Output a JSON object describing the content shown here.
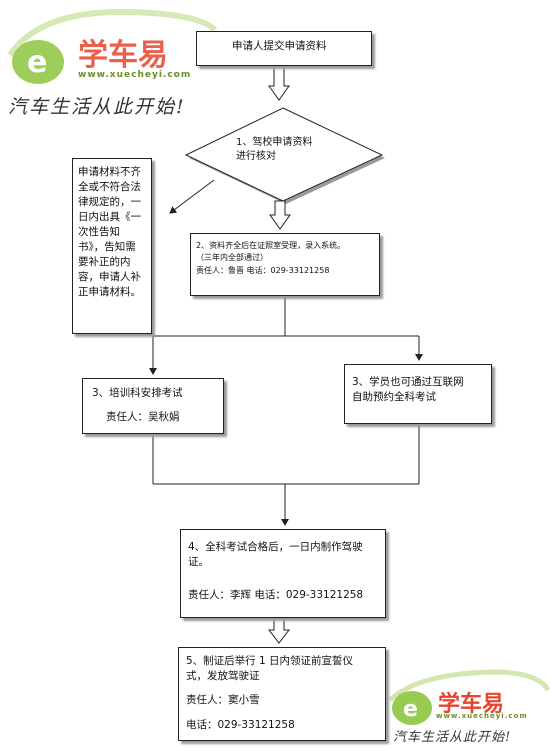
{
  "watermark": {
    "brand": "学车易",
    "url": "www.xuecheyi.com",
    "slogan": "汽车生活从此开始!"
  },
  "flow": {
    "step_submit": "申请人提交申请资料",
    "step1": "1、驾校申请资料\n进行核对",
    "reject": "申请材料不齐\n全或不符合法\n律规定的，一\n日内出具《一\n次性告知\n书》，告知需\n要补正的内\n容，申请人补\n正申请材料。",
    "step2_line1": "2、资料齐全后在证照室受理，录入系统。",
    "step2_line2": "（三年内全部通过）",
    "step2_line3": "责任人：鲁晋     电话：029-33121258",
    "step3_title": "3、培训科安排考试",
    "step3_owner": "责任人：吴秋娟",
    "step3b": "3、学员也可通过互联网\n自助预约全科考试",
    "step4_title": "4、全科考试合格后，一日内制作驾驶\n证。",
    "step4_owner": "责任人：李辉 电话：029-33121258",
    "step5_title": "5、制证后举行 1 日内领证前宣誓仪\n式，发放驾驶证",
    "step5_owner": "责任人：窦小雪",
    "step5_phone": "电话：029-33121258"
  },
  "colors": {
    "logo_green": "#8cc63f",
    "logo_red": "#e8452e",
    "line": "#222222"
  }
}
